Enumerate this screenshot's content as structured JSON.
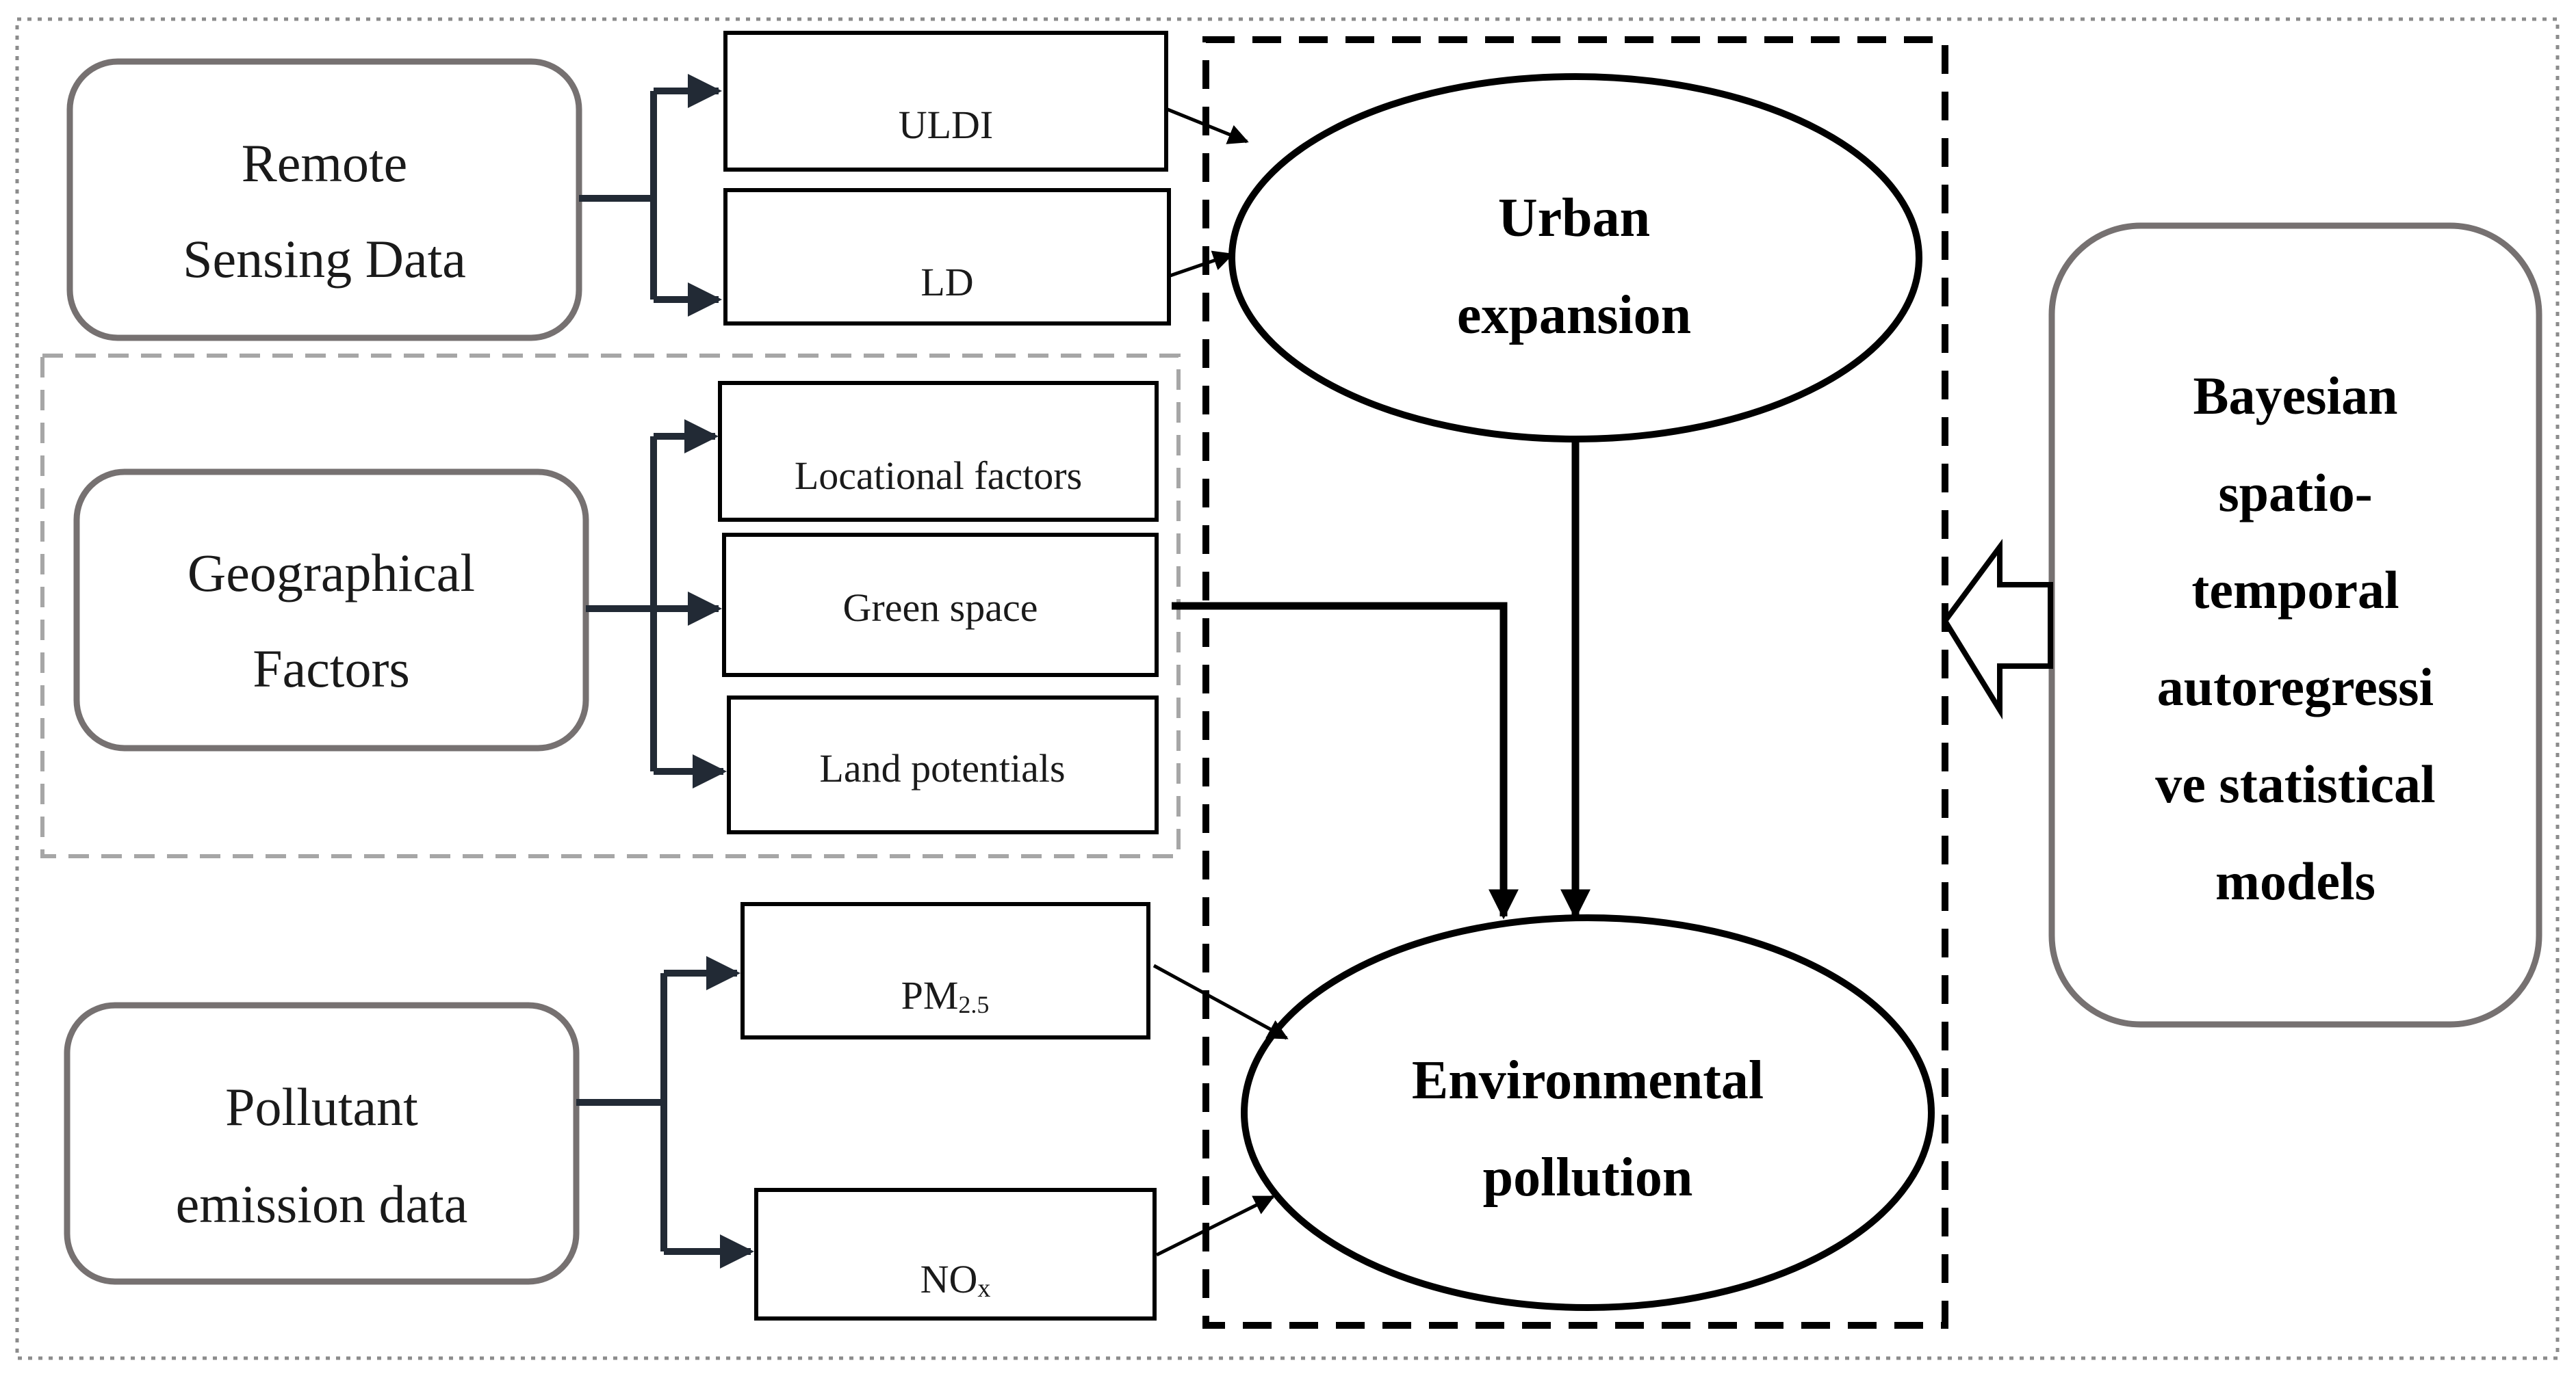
{
  "sources": {
    "remote_sensing": [
      "Remote",
      "Sensing Data"
    ],
    "geographical": [
      "Geographical",
      "Factors"
    ],
    "pollutant": [
      "Pollutant",
      "emission data"
    ]
  },
  "indicators": {
    "uldi": "ULDI",
    "ld": "LD",
    "locational": "Locational factors",
    "green_space": "Green space",
    "land_potentials": "Land potentials",
    "pm25_base": "PM",
    "pm25_sub": "2.5",
    "nox_base": "NO",
    "nox_sub": "x"
  },
  "outcomes": {
    "urban_expansion": [
      "Urban",
      "expansion"
    ],
    "environmental_pollution": [
      "Environmental",
      "pollution"
    ]
  },
  "model": [
    "Bayesian",
    "spatio-",
    "temporal",
    "autoregressi",
    "ve statistical",
    "models"
  ],
  "colors": {
    "box_border": "#767171",
    "connector": "#222a35",
    "outer_dotted": "#8c8c8c",
    "dashed_gray": "#a6a6a6",
    "black": "#000000"
  }
}
